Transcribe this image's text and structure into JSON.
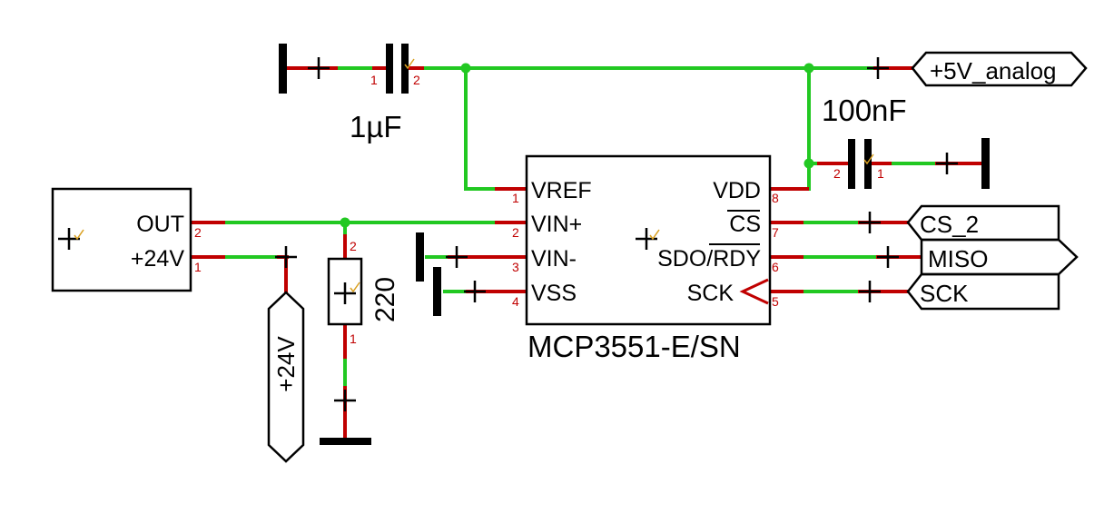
{
  "colors": {
    "wire": "#22c822",
    "pin": "#c00000",
    "line": "#000000",
    "junction": "#22c822"
  },
  "chip": {
    "name": "MCP3551-E/SN",
    "pins_left": [
      "VREF",
      "VIN+",
      "VIN-",
      "VSS"
    ],
    "pin_nums_left": [
      "1",
      "2",
      "3",
      "4"
    ],
    "pins_right": [
      "VDD",
      "CS",
      "SDO/RDY",
      "SCK"
    ],
    "pin_nums_right": [
      "8",
      "7",
      "6",
      "5"
    ]
  },
  "source": {
    "pin_out": "OUT",
    "pin_24v": "+24V",
    "pin_num_out": "2",
    "pin_num_24v": "1"
  },
  "cap1": {
    "value": "1µF",
    "pin_a": "1",
    "pin_b": "2"
  },
  "cap2": {
    "value": "100nF",
    "pin_a": "2",
    "pin_b": "1"
  },
  "resistor": {
    "value": "220",
    "pin_top": "2",
    "pin_bottom": "1"
  },
  "ports": {
    "analog": "+5V_analog",
    "cs": "CS_2",
    "miso": "MISO",
    "sck": "SCK",
    "supply": "+24V"
  }
}
